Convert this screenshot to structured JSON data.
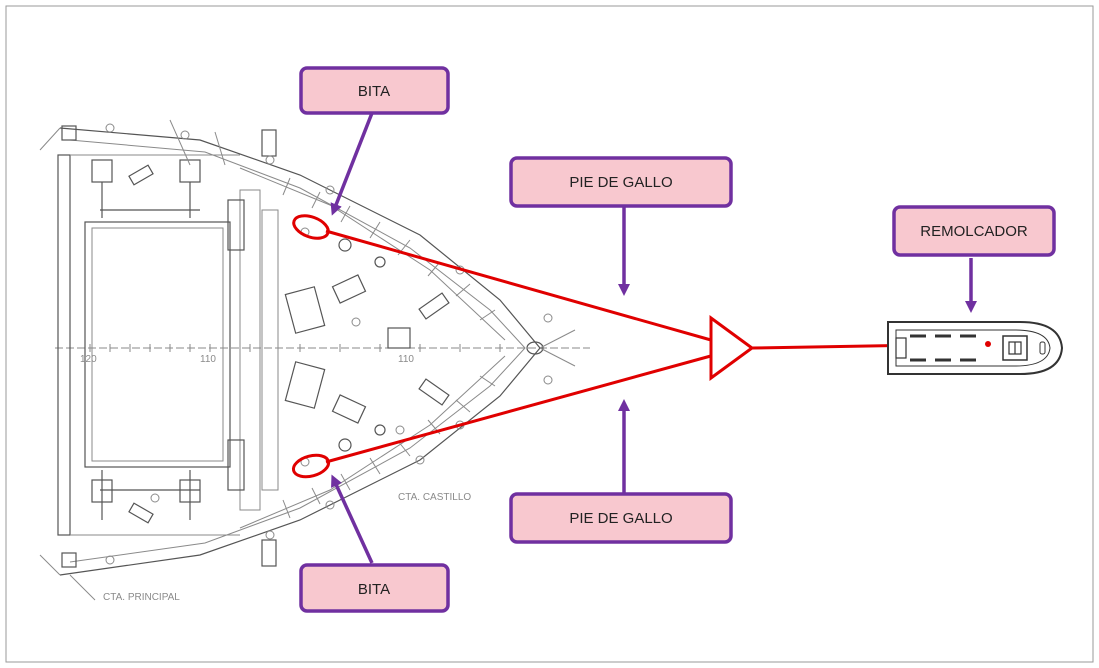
{
  "callouts": {
    "bita_top": "BITA",
    "bita_bottom": "BITA",
    "pie_de_gallo_top": "PIE DE GALLO",
    "pie_de_gallo_bottom": "PIE DE GALLO",
    "remolcador": "REMOLCADOR"
  },
  "drawing_labels": {
    "cta_castillo": "CTA. CASTILLO",
    "cta_principal": "CTA. PRINCIPAL",
    "frame_left": "120",
    "frame_mid": "110",
    "frame_right": "110"
  },
  "colors": {
    "callout_fill": "#f8c8cf",
    "callout_border": "#7030a0",
    "tow_line": "#e00000",
    "arrow": "#7030a0"
  }
}
